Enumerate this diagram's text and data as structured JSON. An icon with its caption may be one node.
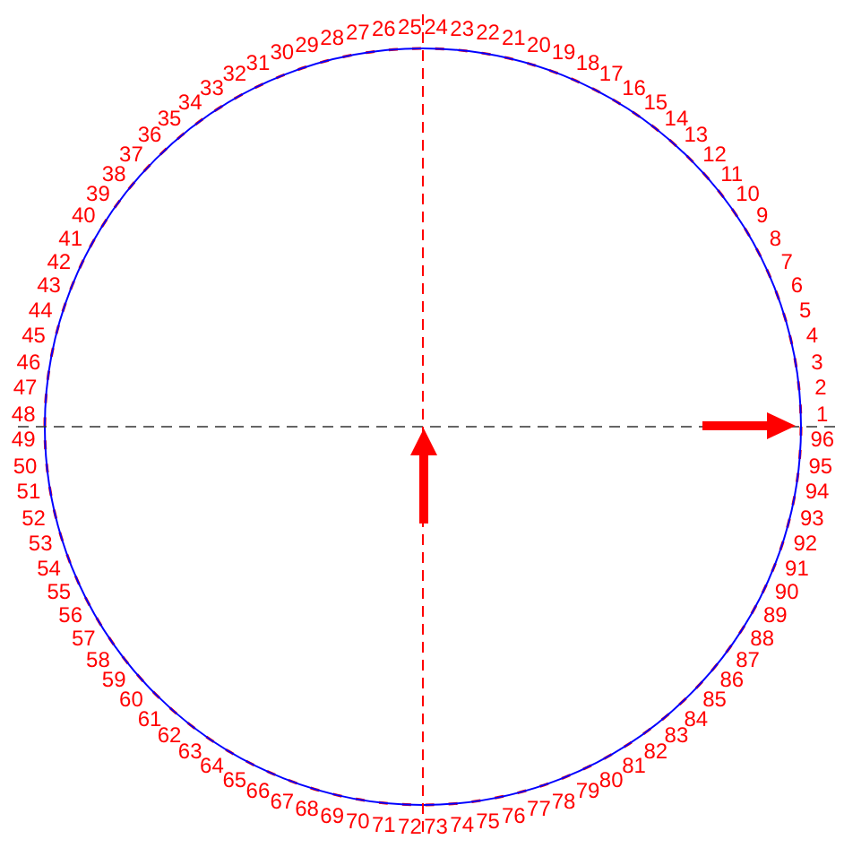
{
  "diagram": {
    "labels": [
      "1",
      "2",
      "3",
      "4",
      "5",
      "6",
      "7",
      "8",
      "9",
      "10",
      "11",
      "12",
      "13",
      "14",
      "15",
      "16",
      "17",
      "18",
      "19",
      "20",
      "21",
      "22",
      "23",
      "24",
      "25",
      "26",
      "27",
      "28",
      "29",
      "30",
      "31",
      "32",
      "33",
      "34",
      "35",
      "36",
      "37",
      "38",
      "39",
      "40",
      "41",
      "42",
      "43",
      "44",
      "45",
      "46",
      "47",
      "48",
      "49",
      "50",
      "51",
      "52",
      "53",
      "54",
      "55",
      "56",
      "57",
      "58",
      "59",
      "60",
      "61",
      "62",
      "63",
      "64",
      "65",
      "66",
      "67",
      "68",
      "69",
      "70",
      "71",
      "72",
      "73",
      "74",
      "75",
      "76",
      "77",
      "78",
      "79",
      "80",
      "81",
      "82",
      "83",
      "84",
      "85",
      "86",
      "87",
      "88",
      "89",
      "90",
      "91",
      "92",
      "93",
      "94",
      "95",
      "96"
    ]
  }
}
